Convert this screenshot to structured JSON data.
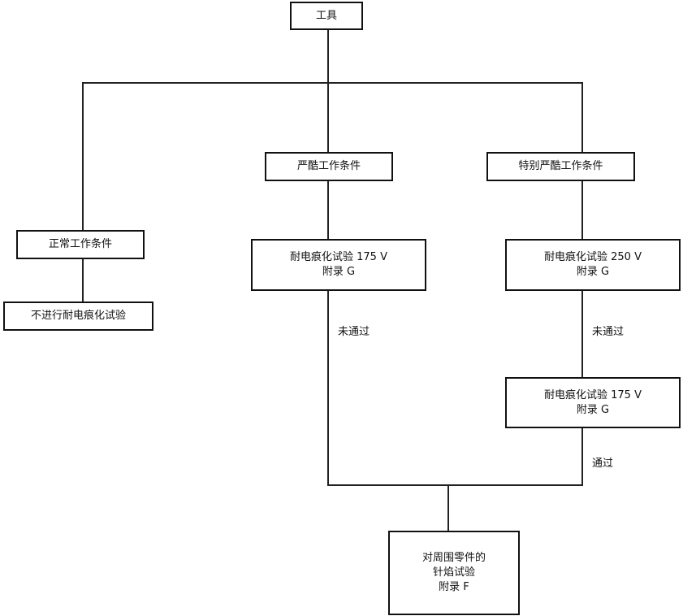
{
  "nodes": {
    "tool": "工具",
    "normal": "正常工作条件",
    "severe": "严酷工作条件",
    "extreme": "特别严酷工作条件",
    "no_test": "不进行耐电痕化试验",
    "severe_test": {
      "line1": "耐电痕化试验 175 V",
      "line2": "附录 G"
    },
    "extreme_test_250": {
      "line1": "耐电痕化试验 250 V",
      "line2": "附录 G"
    },
    "extreme_test_175": {
      "line1": "耐电痕化试验 175 V",
      "line2": "附录 G"
    },
    "glow_wire": {
      "line1": "对周围零件的",
      "line2": "针焰试验",
      "line3": "附录 F"
    }
  },
  "edge_labels": {
    "severe_fail": "未通过",
    "extreme_fail": "未通过",
    "extreme_pass": "通过"
  }
}
